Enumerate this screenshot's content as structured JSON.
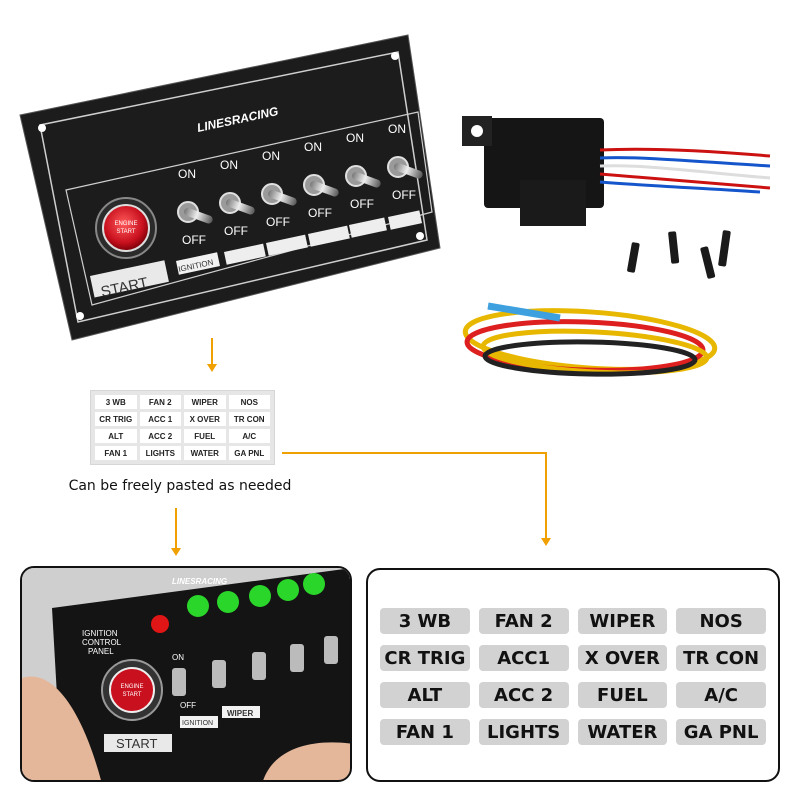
{
  "panel": {
    "brand": "LINESRACING",
    "switch_on": "ON",
    "switch_off": "OFF",
    "start_label": "START",
    "ignition_label": "IGNITION",
    "button_text_line1": "ENGINE",
    "button_text_line2": "START",
    "switch_count": 6
  },
  "caption": "Can be freely pasted as needed",
  "sticker_labels": [
    "3 WB",
    "FAN 2",
    "WIPER",
    "NOS",
    "CR TRIG",
    "ACC1",
    "X OVER",
    "TR CON",
    "ALT",
    "ACC 2",
    "FUEL",
    "A/C",
    "FAN 1",
    "LIGHTS",
    "WATER",
    "GA PNL"
  ],
  "mini_sheet_labels": [
    "3 WB",
    "FAN 2",
    "WIPER",
    "NOS",
    "CR TRIG",
    "ACC 1",
    "X OVER",
    "TR CON",
    "ALT",
    "ACC 2",
    "FUEL",
    "A/C",
    "FAN 1",
    "LIGHTS",
    "WATER",
    "GA PNL"
  ],
  "photo": {
    "brand": "LINESRACING",
    "panel_title_1": "IGNITION",
    "panel_title_2": "CONTROL",
    "panel_title_3": "PANEL",
    "start_label": "START",
    "ignition_label": "IGNITION",
    "wiper_label": "WIPER",
    "switch_on": "ON",
    "switch_off": "OFF",
    "button_text_line1": "ENGINE",
    "button_text_line2": "START"
  },
  "colors": {
    "arrow": "#f0a000",
    "panel": "#1c1c1c",
    "button_red": "#c8101e",
    "led_green": "#2bd62b",
    "led_red": "#e01515"
  }
}
